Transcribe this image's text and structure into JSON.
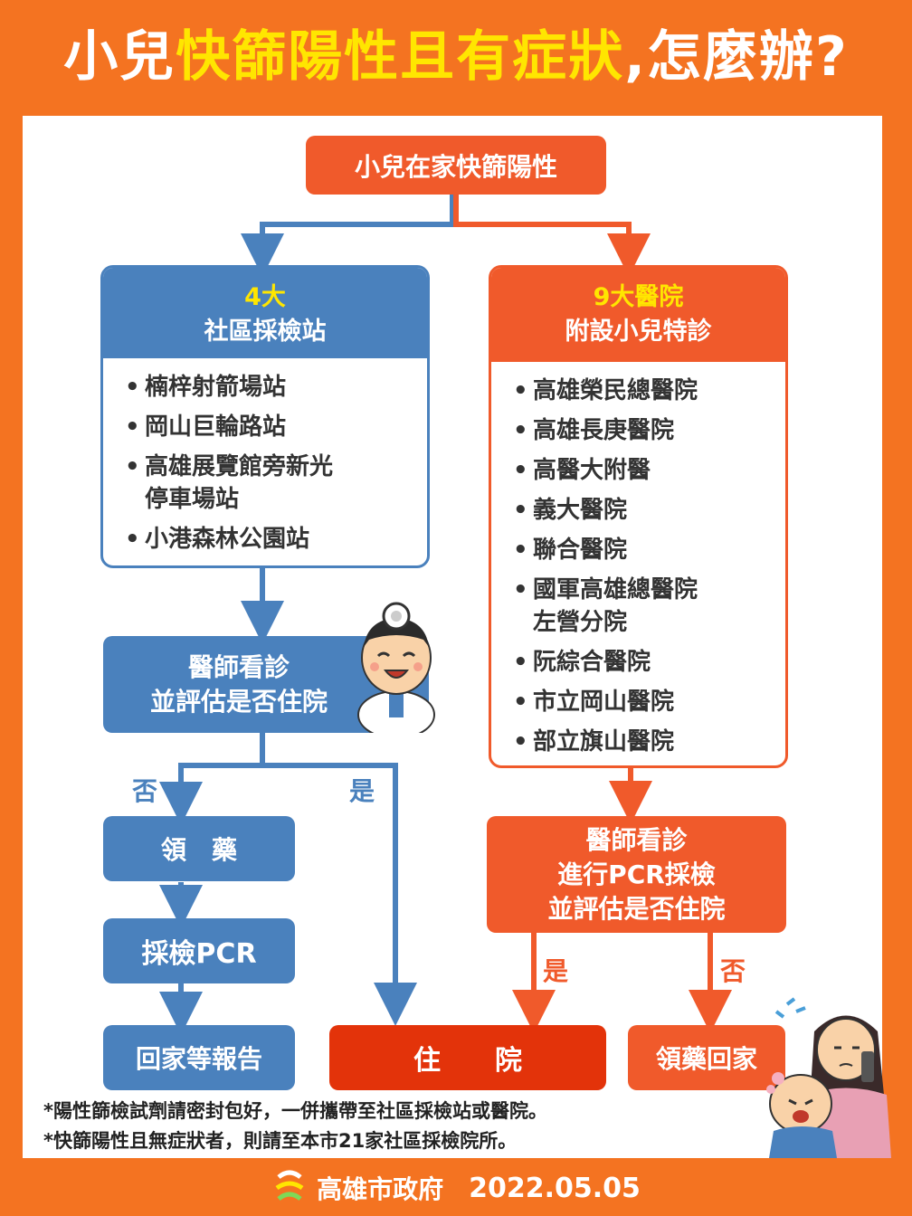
{
  "title": {
    "part1": "小兒",
    "highlight": "快篩陽性且有症狀",
    "part2": ",怎麼辦?"
  },
  "start": "小兒在家快篩陽性",
  "stations": {
    "head1": "4大",
    "head2": "社區採檢站",
    "items": [
      "楠梓射箭場站",
      "岡山巨輪路站",
      "高雄展覽館旁新光\n停車場站",
      "小港森林公園站"
    ]
  },
  "hospitals": {
    "head1": "9大醫院",
    "head2": "附設小兒特診",
    "items": [
      "高雄榮民總醫院",
      "高雄長庚醫院",
      "高醫大附醫",
      "義大醫院",
      "聯合醫院",
      "國軍高雄總醫院\n左營分院",
      "阮綜合醫院",
      "市立岡山醫院",
      "部立旗山醫院"
    ]
  },
  "doctor_left": {
    "line1": "醫師看診",
    "line2": "並評估是否住院"
  },
  "doctor_right": {
    "line1": "醫師看診",
    "line2": "進行PCR採檢",
    "line3": "並評估是否住院"
  },
  "labels": {
    "no_left": "否",
    "yes_left": "是",
    "yes_right": "是",
    "no_right": "否"
  },
  "boxes": {
    "medicine": "領　藥",
    "pcr": "採檢PCR",
    "report": "回家等報告",
    "hospitalize": "住　　院",
    "med_home": "領藥回家"
  },
  "notes": [
    "*陽性篩檢試劑請密封包好，一併攜帶至社區採檢站或醫院。",
    "*快篩陽性且無症狀者，則請至本市21家社區採檢院所。"
  ],
  "footer": {
    "org": "高雄市政府",
    "date": "2022.05.05"
  },
  "colors": {
    "orange": "#f47321",
    "blue": "#4a81bd",
    "red": "#f05a2b",
    "deep_red": "#e3330a",
    "yellow": "#ffe600"
  }
}
